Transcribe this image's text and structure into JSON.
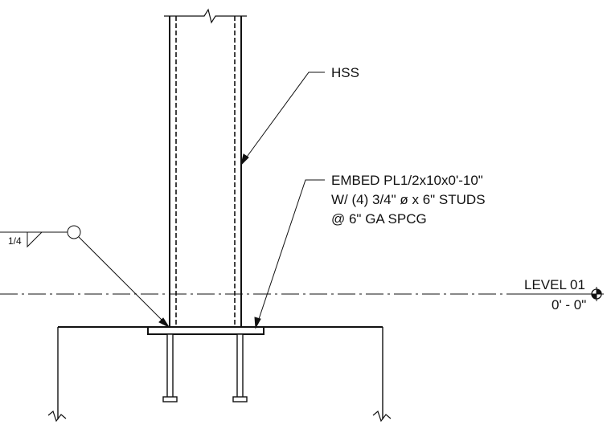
{
  "labels": {
    "hss": "HSS",
    "embed_line1": "EMBED PL1/2x10x0'-10\"",
    "embed_line2": "W/ (4) 3/4\" ø x 6\" STUDS",
    "embed_line3": "@ 6\" GA SPCG",
    "level_name": "LEVEL 01",
    "level_elev": "0' - 0\"",
    "weld_size": "1/4"
  },
  "colors": {
    "line": "#111111",
    "background": "#ffffff"
  }
}
